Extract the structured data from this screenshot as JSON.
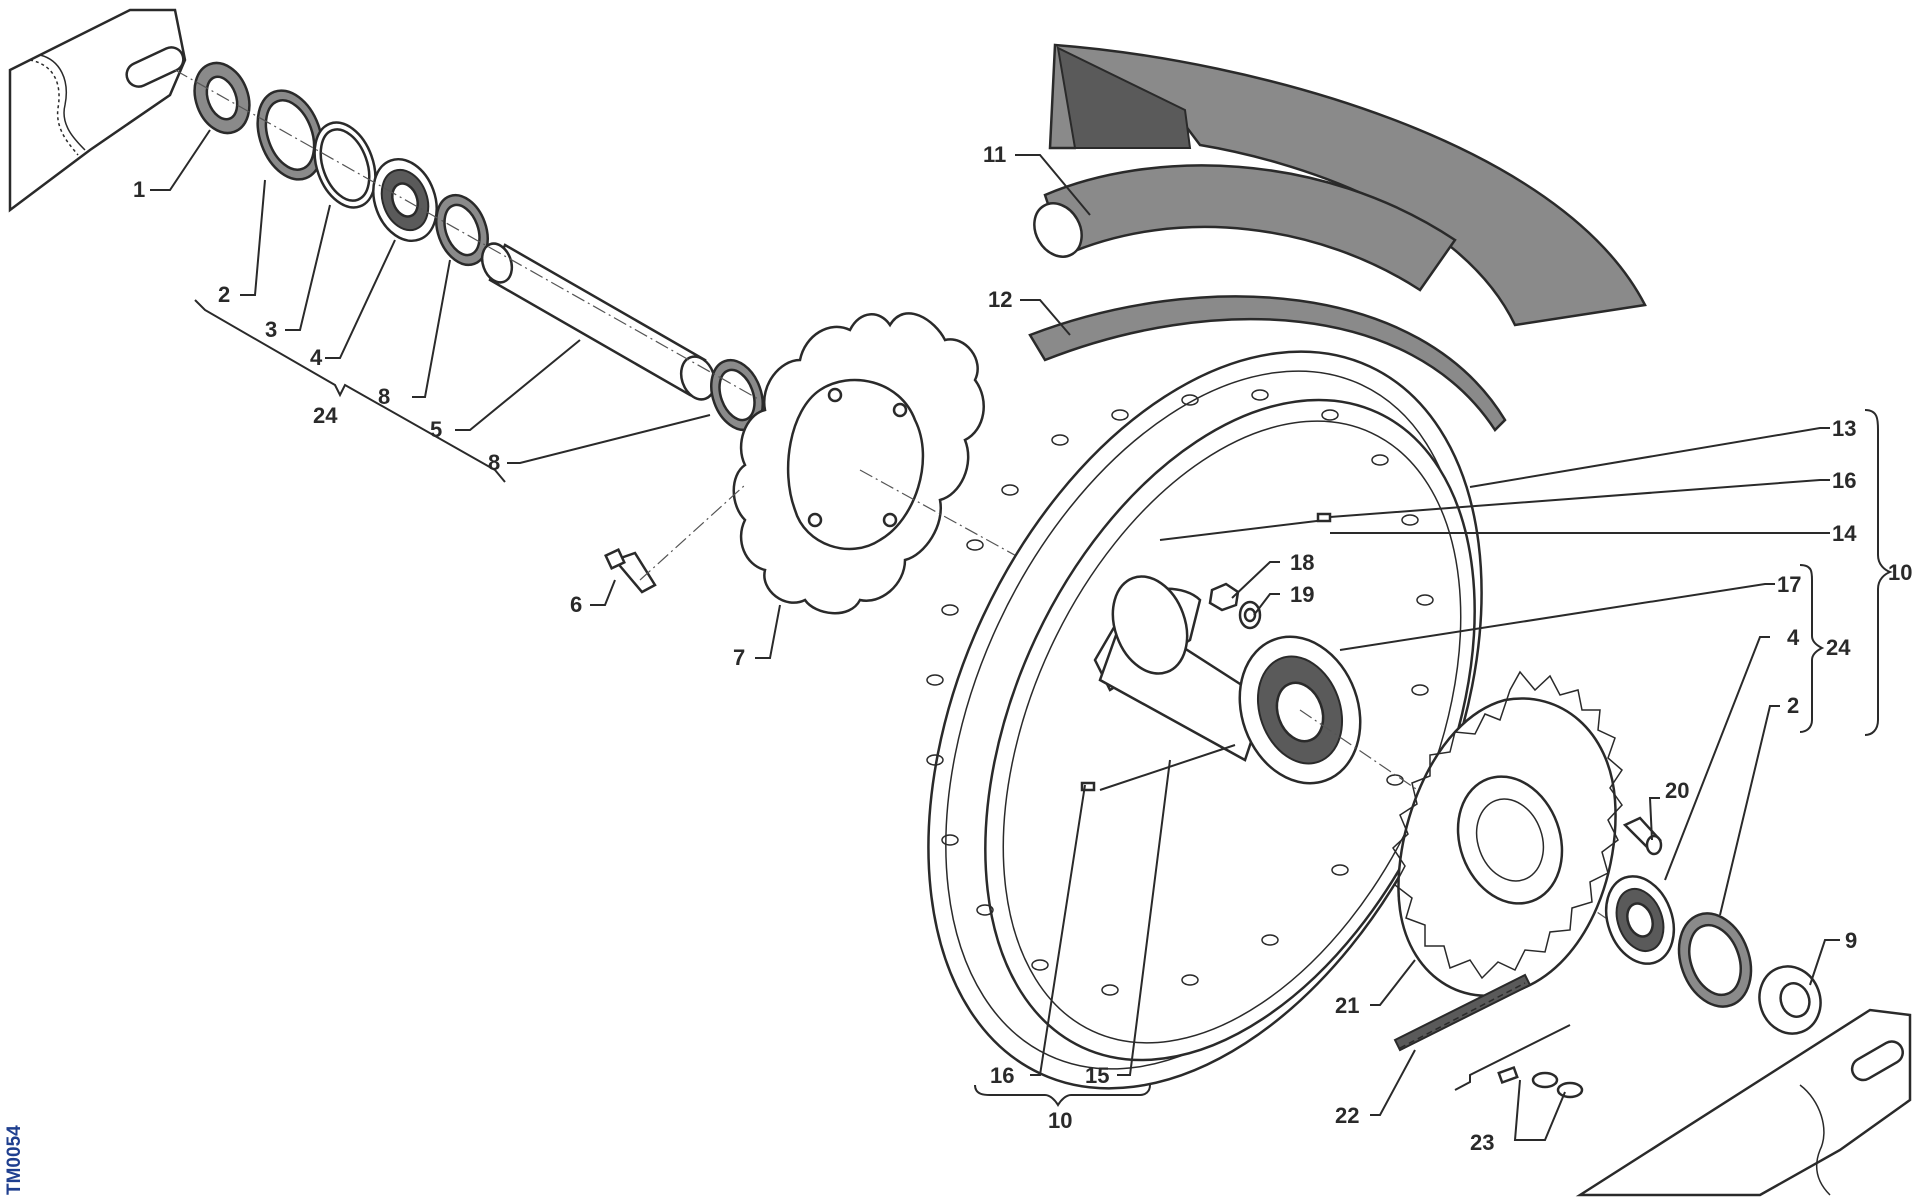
{
  "drawing_code": "TM0054",
  "callouts": {
    "c1": "1",
    "c2a": "2",
    "c3": "3",
    "c4a": "4",
    "c8a": "8",
    "c5": "5",
    "c8b": "8",
    "c24a": "24",
    "c6": "6",
    "c7": "7",
    "c11": "11",
    "c12": "12",
    "c13": "13",
    "c16a": "16",
    "c14": "14",
    "c10a": "10",
    "c18": "18",
    "c19": "19",
    "c17": "17",
    "c4b": "4",
    "c24b": "24",
    "c2b": "2",
    "c20": "20",
    "c9": "9",
    "c21": "21",
    "c22": "22",
    "c23": "23",
    "c16b": "16",
    "c15": "15",
    "c10b": "10"
  }
}
